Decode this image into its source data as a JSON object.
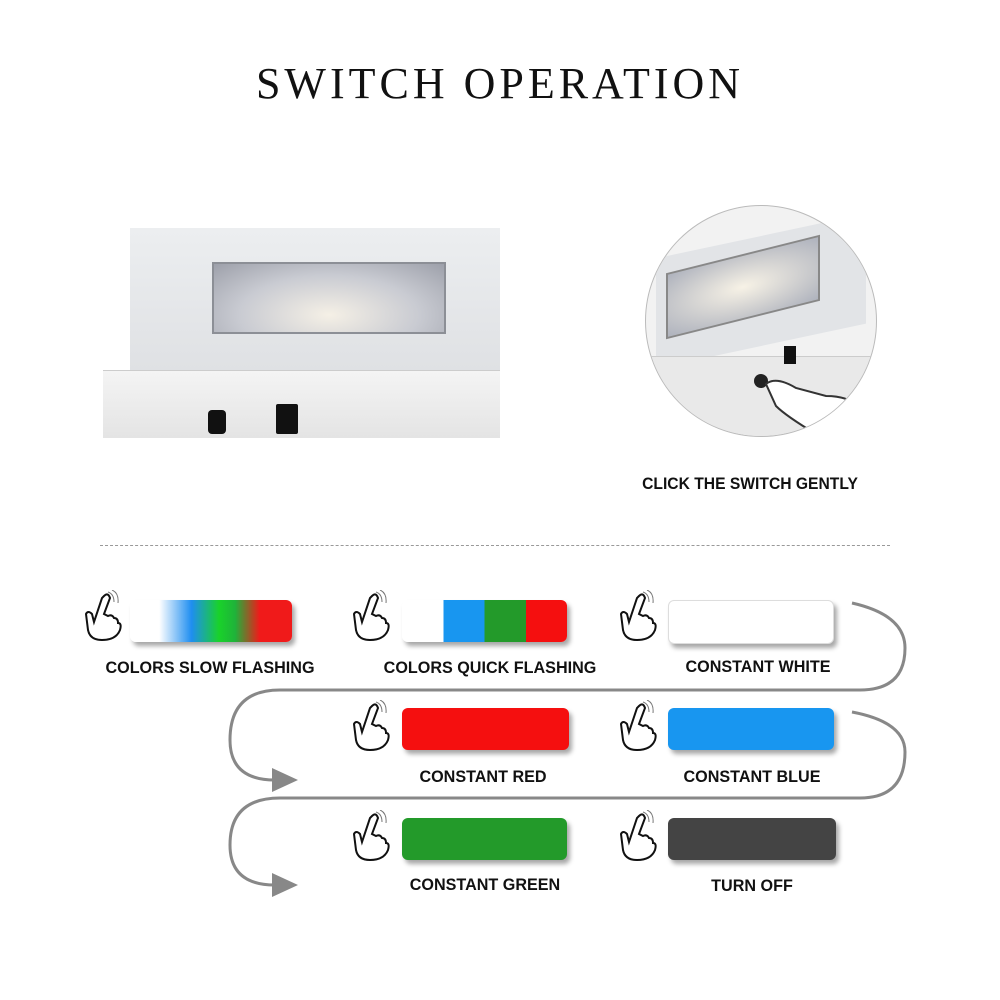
{
  "title": "SWITCH OPERATION",
  "caption": "CLICK THE SWITCH GENTLY",
  "modes": [
    {
      "label": "COLORS SLOW FLASHING",
      "color": "gradient"
    },
    {
      "label": "COLORS QUICK FLASHING",
      "color": "stripes"
    },
    {
      "label": "CONSTANT WHITE",
      "color": "#ffffff"
    },
    {
      "label": "CONSTANT RED",
      "color": "#f50f0f"
    },
    {
      "label": "CONSTANT BLUE",
      "color": "#1896f0"
    },
    {
      "label": "CONSTANT GREEN",
      "color": "#239a2a"
    },
    {
      "label": "TURN OFF",
      "color": "#444444"
    }
  ],
  "icons": {
    "hand": "hand-tap-icon",
    "arrow": "flow-arrow-icon"
  }
}
